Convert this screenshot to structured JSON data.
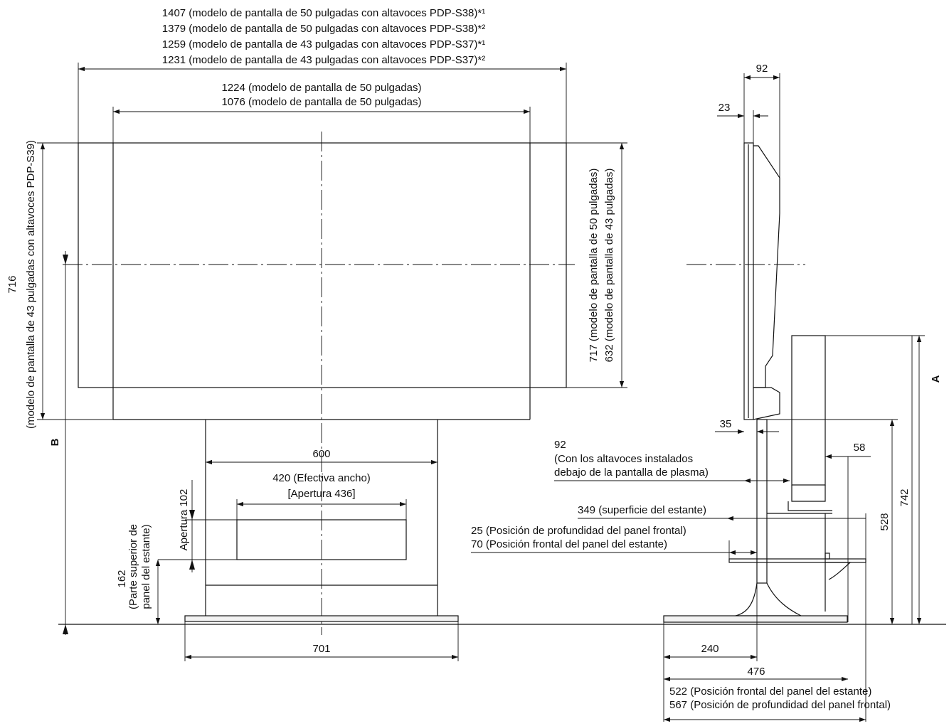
{
  "front_view": {
    "overall_width_lines": [
      "1407 (modelo de pantalla de 50 pulgadas con altavoces PDP-S38)*¹",
      "1379 (modelo de pantalla de 50 pulgadas con altavoces PDP-S38)*²",
      "1259 (modelo de pantalla de 43 pulgadas con altavoces PDP-S37)*¹",
      "1231 (modelo de pantalla de 43 pulgadas con altavoces PDP-S37)*²"
    ],
    "screen_width_lines": [
      "1224 (modelo de pantalla de 50 pulgadas)",
      "1076 (modelo de pantalla de 50 pulgadas)"
    ],
    "left_height_lines": [
      "716",
      "(modelo de pantalla de 43 pulgadas con altavoces PDP-S39)"
    ],
    "right_height_lines": [
      "717 (modelo de pantalla de 50 pulgadas)",
      "632 (modelo de pantalla de 43 pulgadas)"
    ],
    "label_b": "B",
    "stand_width": "600",
    "opening_width_lines": [
      "420 (Efectiva ancho)",
      "[Apertura 436]"
    ],
    "opening_height": "Apertura 102",
    "shelf_top_lines": [
      "162",
      "(Parte superior de",
      "panel del estante)"
    ],
    "base_width": "701"
  },
  "side_view": {
    "depth_top": "92",
    "depth_panel": "23",
    "label_a": "A",
    "gap_35": "35",
    "speaker_lines": [
      "92",
      "(Con los altavoces instalados",
      "debajo de la pantalla de plasma)"
    ],
    "rear_58": "58",
    "shelf_surface": "349 (superficie del estante)",
    "front_panel_lines": [
      "25 (Posición de profundidad del panel frontal)",
      "70 (Posición frontal del panel del estante)"
    ],
    "height_742": "742",
    "height_528": "528",
    "base_240": "240",
    "base_476": "476",
    "bottom_lines": [
      "522 (Posición frontal del panel del estante)",
      "567 (Posición de profundidad del panel frontal)"
    ]
  }
}
